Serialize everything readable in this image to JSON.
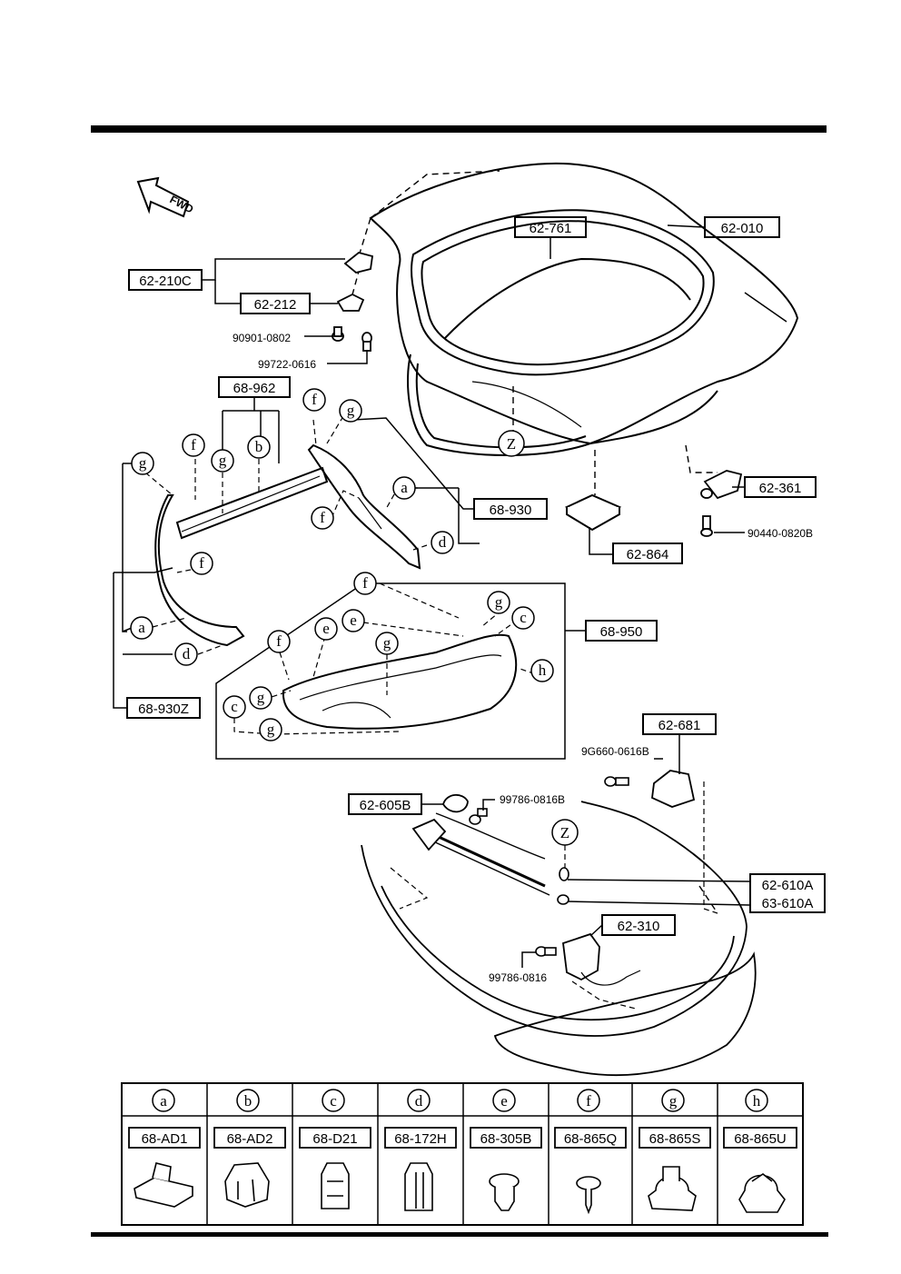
{
  "fwd_label": "FWD",
  "callouts": [
    {
      "id": "62-010",
      "text": "62-010"
    },
    {
      "id": "62-761",
      "text": "62-761"
    },
    {
      "id": "62-210C",
      "text": "62-210C"
    },
    {
      "id": "62-212",
      "text": "62-212"
    },
    {
      "id": "68-962",
      "text": "68-962"
    },
    {
      "id": "68-930",
      "text": "68-930"
    },
    {
      "id": "62-361",
      "text": "62-361"
    },
    {
      "id": "62-864",
      "text": "62-864"
    },
    {
      "id": "68-950",
      "text": "68-950"
    },
    {
      "id": "68-930Z",
      "text": "68-930Z"
    },
    {
      "id": "62-681",
      "text": "62-681"
    },
    {
      "id": "62-605B",
      "text": "62-605B"
    },
    {
      "id": "62-610A",
      "text": "62-610A"
    },
    {
      "id": "63-610A",
      "text": "63-610A"
    },
    {
      "id": "62-310",
      "text": "62-310"
    }
  ],
  "fasteners": [
    {
      "id": "90901-0802",
      "text": "90901-0802"
    },
    {
      "id": "99722-0616",
      "text": "99722-0616"
    },
    {
      "id": "90440-0820B",
      "text": "90440-0820B"
    },
    {
      "id": "9G660-0616B",
      "text": "9G660-0616B"
    },
    {
      "id": "99786-0816B",
      "text": "99786-0816B"
    },
    {
      "id": "99786-0816",
      "text": "99786-0816"
    }
  ],
  "ref_z": "Z",
  "clip_table": [
    {
      "letter": "a",
      "part": "68-AD1"
    },
    {
      "letter": "b",
      "part": "68-AD2"
    },
    {
      "letter": "c",
      "part": "68-D21"
    },
    {
      "letter": "d",
      "part": "68-172H"
    },
    {
      "letter": "e",
      "part": "68-305B"
    },
    {
      "letter": "f",
      "part": "68-865Q"
    },
    {
      "letter": "g",
      "part": "68-865S"
    },
    {
      "letter": "h",
      "part": "68-865U"
    }
  ]
}
